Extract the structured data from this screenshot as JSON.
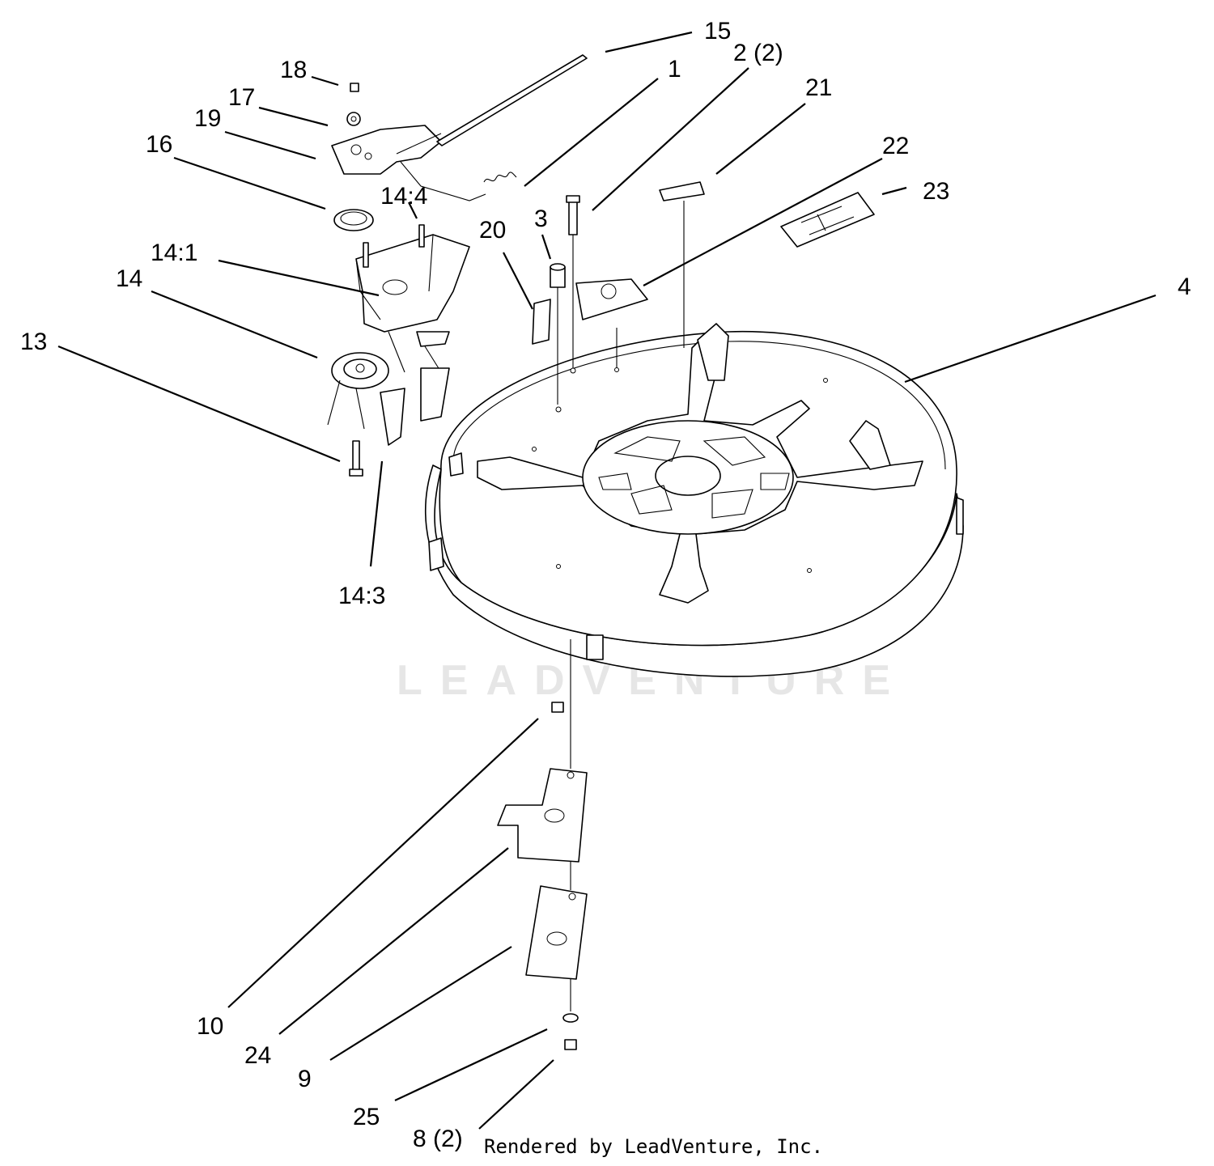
{
  "watermark": "LEADVENTURE",
  "credit": "Rendered by LeadVenture, Inc.",
  "callouts": {
    "c1": "1",
    "c2": "2 (2)",
    "c3": "3",
    "c4": "4",
    "c8": "8 (2)",
    "c9": "9",
    "c10": "10",
    "c13": "13",
    "c14": "14",
    "c14_1": "14:1",
    "c14_3": "14:3",
    "c14_4": "14:4",
    "c15": "15",
    "c16": "16",
    "c17": "17",
    "c18": "18",
    "c19": "19",
    "c20": "20",
    "c21": "21",
    "c22": "22",
    "c23": "23",
    "c24": "24",
    "c25": "25"
  }
}
